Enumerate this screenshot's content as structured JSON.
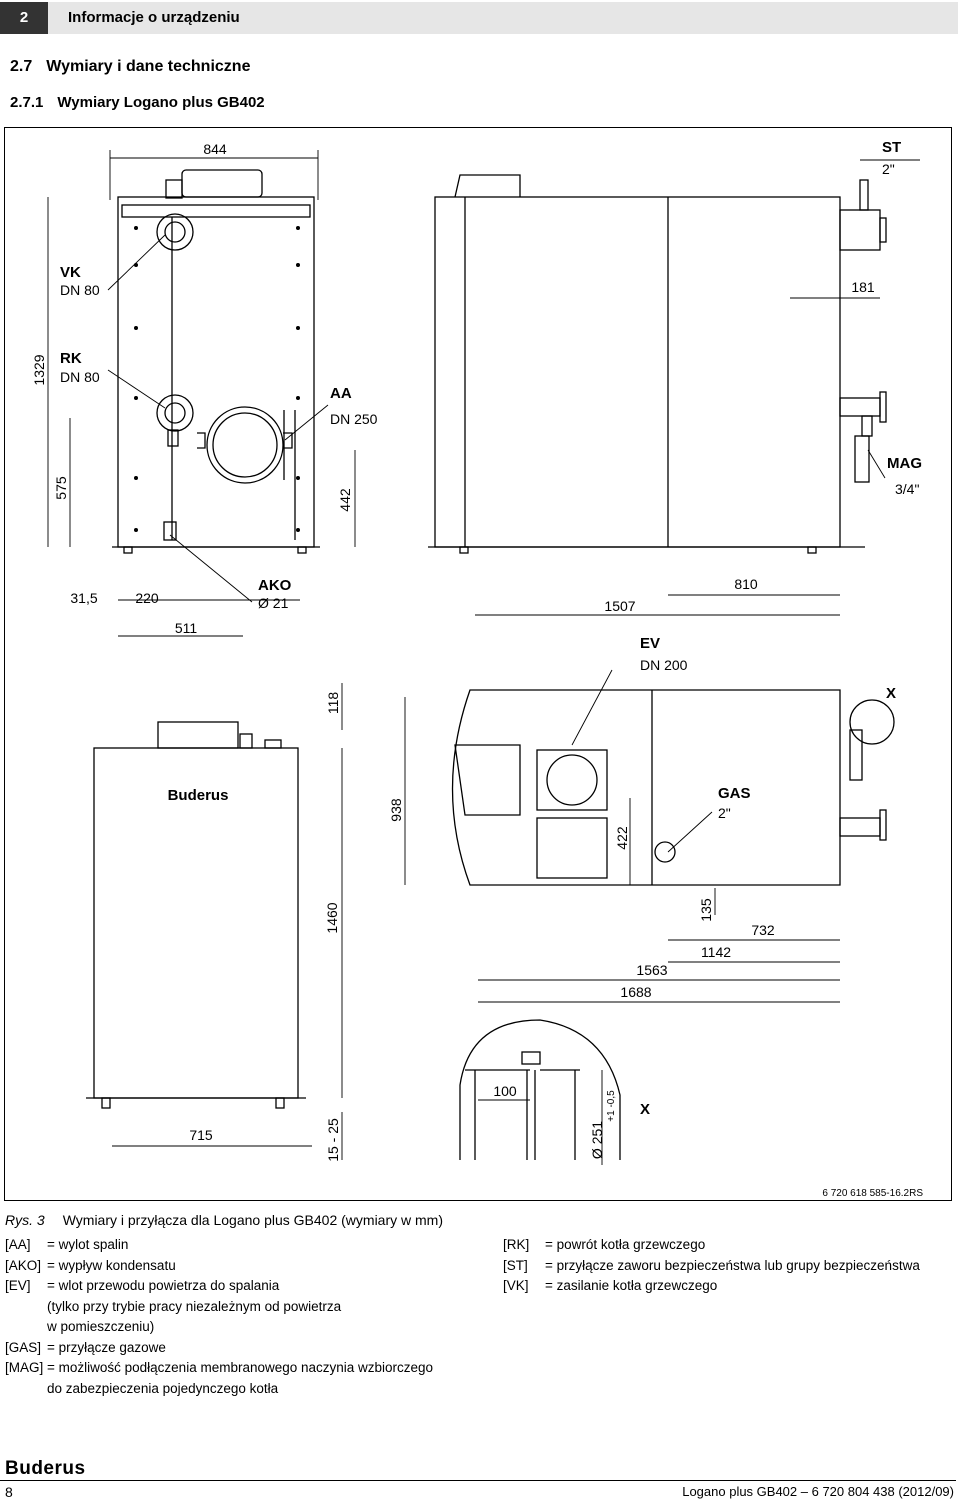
{
  "header": {
    "num": "2",
    "title": "Informacje o urządzeniu"
  },
  "section": {
    "num": "2.7",
    "title": "Wymiary i dane techniczne"
  },
  "subsection": {
    "num": "2.7.1",
    "title": "Wymiary Logano plus GB402"
  },
  "figure": {
    "dims": {
      "d844": "844",
      "d181": "181",
      "d1329": "1329",
      "d575": "575",
      "d442": "442",
      "d31_5": "31,5",
      "d220": "220",
      "d511": "511",
      "d1507": "1507",
      "d810": "810",
      "d118": "118",
      "d938": "938",
      "d422": "422",
      "d1460": "1460",
      "d135": "135",
      "d732": "732",
      "d1142": "1142",
      "d1563": "1563",
      "d1688": "1688",
      "d715": "715",
      "d15_25": "15 - 25",
      "d100": "100",
      "d251": "Ø 251",
      "tol": "+1 -0,5"
    },
    "labels": {
      "st": "ST",
      "st_size": "2\"",
      "vk": "VK",
      "vk_size": "DN 80",
      "rk": "RK",
      "rk_size": "DN 80",
      "aa": "AA",
      "aa_size": "DN 250",
      "mag": "MAG",
      "mag_size": "3/4\"",
      "ako": "AKO",
      "ako_size": "Ø 21",
      "ev": "EV",
      "ev_size": "DN 200",
      "gas": "GAS",
      "gas_size": "2\"",
      "x_top": "X",
      "x_detail": "X",
      "logo_on_boiler": "Buderus"
    },
    "ref_code": "6 720 618 585-16.2RS"
  },
  "caption": {
    "prefix": "Rys. 3",
    "text": "Wymiary i przyłącza dla Logano plus GB402 (wymiary w mm)"
  },
  "legend_left": [
    {
      "key": "[AA]",
      "text": "= wylot spalin"
    },
    {
      "key": "[AKO]",
      "text": "= wypływ kondensatu"
    },
    {
      "key": "[EV]",
      "text": "= wlot przewodu powietrza do spalania"
    },
    {
      "key": "",
      "text": "(tylko przy trybie pracy niezależnym od powietrza"
    },
    {
      "key": "",
      "text": "w pomieszczeniu)"
    },
    {
      "key": "[GAS]",
      "text": "= przyłącze gazowe"
    },
    {
      "key": "[MAG]",
      "text": "= możliwość podłączenia membranowego naczynia wzbiorczego"
    },
    {
      "key": "",
      "text": "do zabezpieczenia pojedynczego kotła"
    }
  ],
  "legend_right": [
    {
      "key": "[RK]",
      "text": "= powrót kotła grzewczego"
    },
    {
      "key": "[ST]",
      "text": "= przyłącze zaworu bezpieczeństwa lub grupy bezpieczeństwa"
    },
    {
      "key": "[VK]",
      "text": "= zasilanie kotła grzewczego"
    }
  ],
  "footer": {
    "brand": "Buderus",
    "page": "8",
    "doc_ref": "Logano plus GB402 – 6 720 804 438 (2012/09)"
  }
}
